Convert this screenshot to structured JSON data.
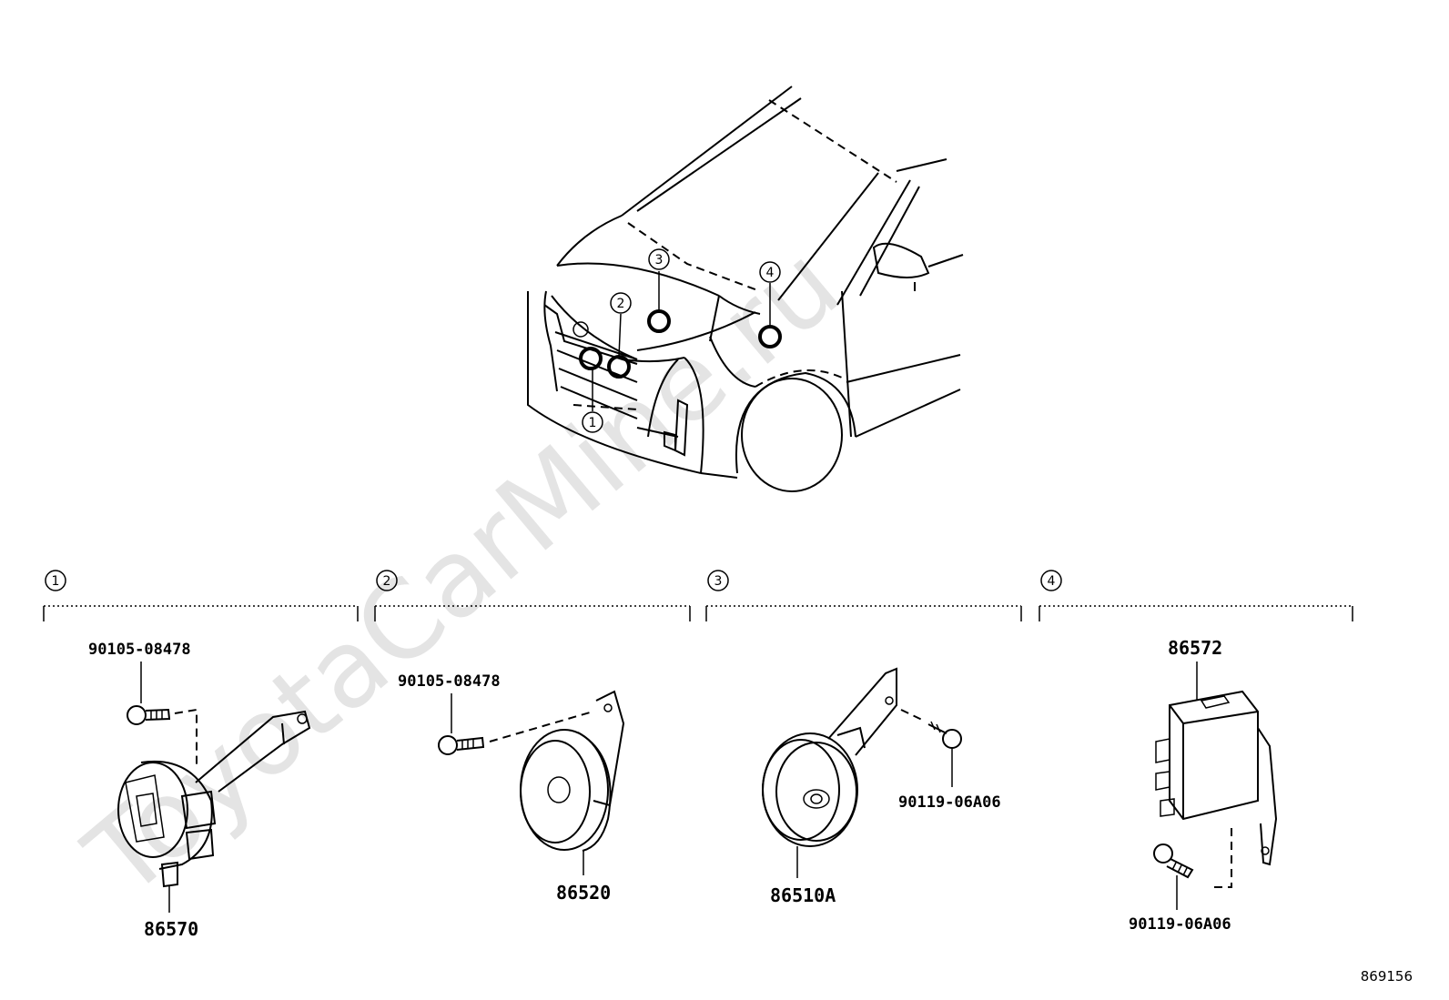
{
  "watermark": "ToyotaCarMine.ru",
  "diagram_ref": "869156",
  "locators": [
    {
      "number": "1"
    },
    {
      "number": "2"
    },
    {
      "number": "3"
    },
    {
      "number": "4"
    }
  ],
  "sections": [
    {
      "number": "1",
      "parts": [
        "90105-08478",
        "86570"
      ]
    },
    {
      "number": "2",
      "parts": [
        "90105-08478",
        "86520"
      ]
    },
    {
      "number": "3",
      "parts": [
        "90119-06A06",
        "86510A"
      ]
    },
    {
      "number": "4",
      "parts": [
        "86572",
        "90119-06A06"
      ]
    }
  ],
  "icons": {
    "vehicle": "vehicle-front-outline-icon",
    "s1": "spiral-cable-clock-spring-icon",
    "s2": "horn-low-pitch-icon",
    "s3": "horn-high-pitch-icon",
    "s4": "control-module-relay-icon",
    "bolt": "bolt-icon"
  }
}
